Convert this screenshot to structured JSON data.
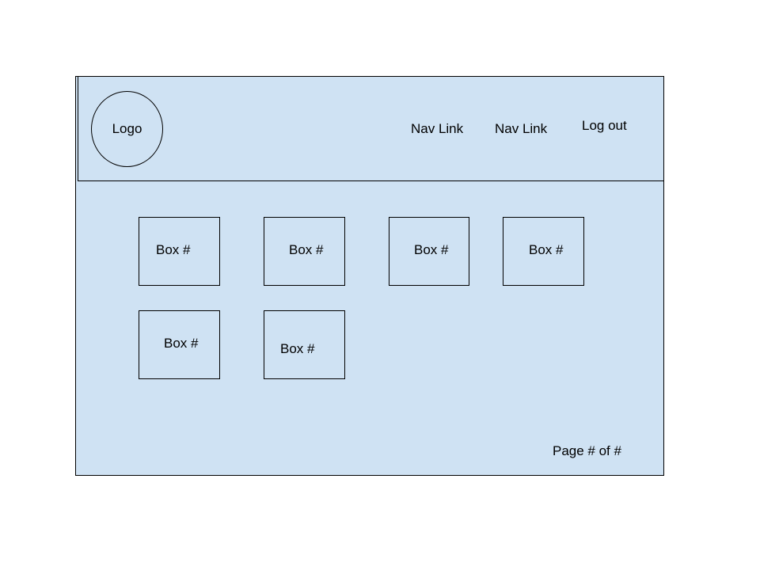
{
  "colors": {
    "background": "#cfe2f3",
    "border": "#000000"
  },
  "header": {
    "logo_label": "Logo",
    "nav": [
      {
        "label": "Nav Link"
      },
      {
        "label": "Nav Link"
      },
      {
        "label": "Log out"
      }
    ]
  },
  "boxes": [
    {
      "label": "Box #"
    },
    {
      "label": "Box #"
    },
    {
      "label": "Box #"
    },
    {
      "label": "Box #"
    },
    {
      "label": "Box #"
    },
    {
      "label": "Box #"
    }
  ],
  "footer": {
    "pagination": "Page # of #"
  }
}
